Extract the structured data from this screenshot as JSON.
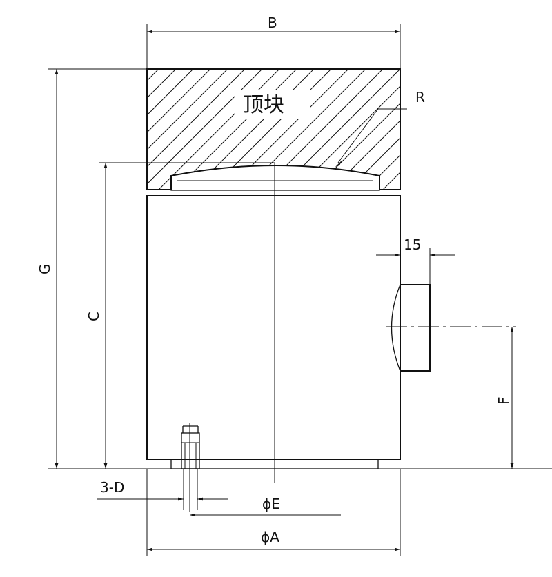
{
  "labels": {
    "B": "B",
    "R": "R",
    "top_block": "顶块",
    "G": "G",
    "C": "C",
    "dim_15": "15",
    "F": "F",
    "D": "3-D",
    "E": "ϕE",
    "A": "ϕA"
  }
}
